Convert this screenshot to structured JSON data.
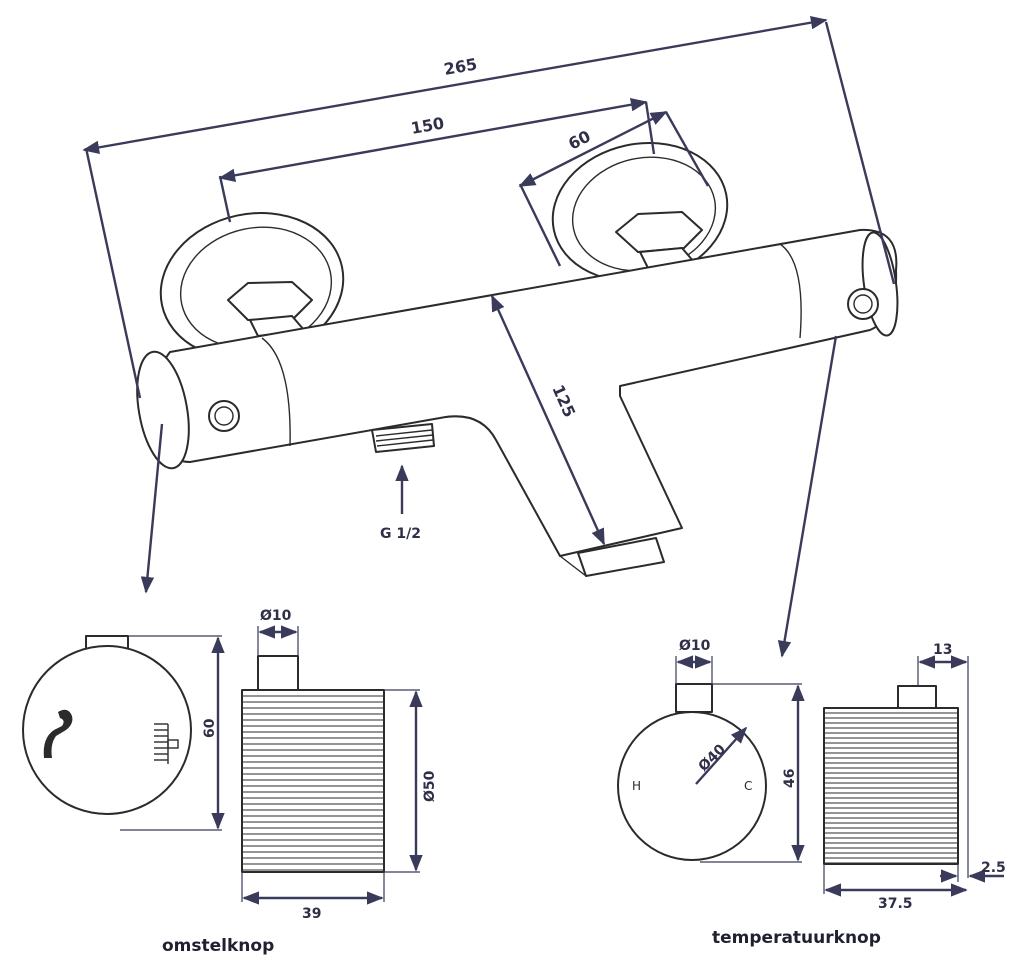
{
  "dimensions": {
    "total_length": "265",
    "center_distance": "150",
    "rosette": "60",
    "spout": "125",
    "connection": "G 1/2",
    "left_knob_pin": "Ø10",
    "left_knob_height": "60",
    "left_knob_diameter": "Ø50",
    "left_knob_depth": "39",
    "right_knob_pin": "Ø10",
    "right_knob_diameter": "Ø40",
    "right_knob_height": "46",
    "right_knob_pin_offset": "13",
    "right_knob_depth": "37.5",
    "right_knob_gap": "2.5"
  },
  "labels": {
    "hot": "H",
    "cold": "C",
    "left_caption": "omstelknop",
    "right_caption": "temperatuurknop"
  },
  "colors": {
    "dimension": "#3a3a5a",
    "line": "#2b2b2b"
  }
}
